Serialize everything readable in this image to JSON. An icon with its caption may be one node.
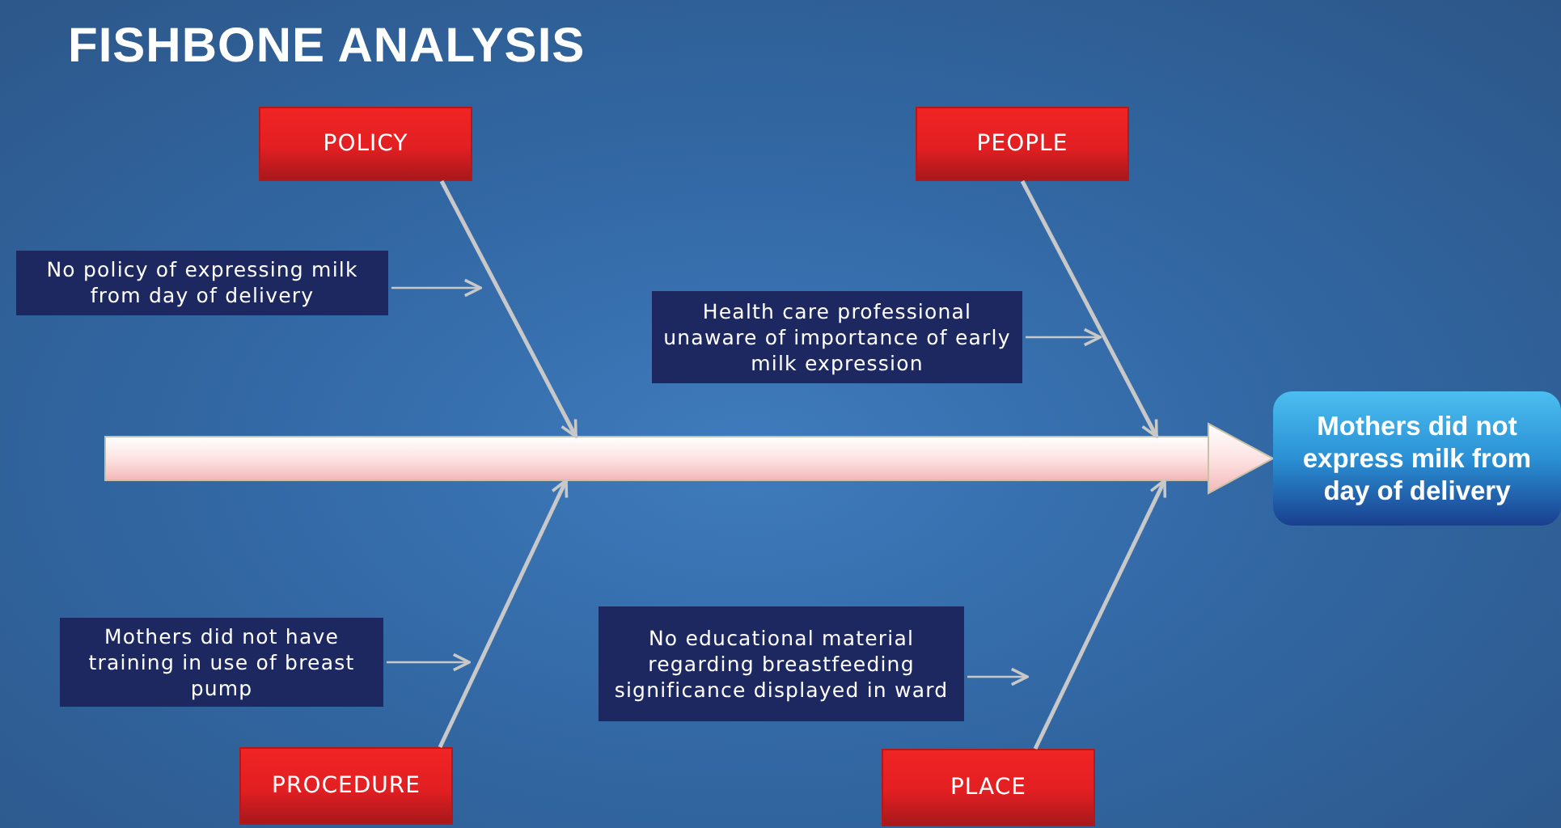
{
  "diagram": {
    "title": "FISHBONE ANALYSIS",
    "nodes": [
      {
        "text": [
          "POLICY"
        ]
      },
      {
        "text": [
          "PEOPLE"
        ]
      },
      {
        "text": [
          "PROCEDURE"
        ]
      },
      {
        "text": [
          "PLACE"
        ]
      },
      {
        "text": [
          "No policy of expressing milk from day of delivery"
        ]
      },
      {
        "text": [
          "Health care professional unaware of importance of early milk expression"
        ]
      },
      {
        "text": [
          "Mothers did not have training in use of breast pump"
        ]
      },
      {
        "text": [
          "No educational material regarding breastfeeding significance displayed in ward"
        ]
      },
      {
        "text": [
          "Mothers did not express milk from day of delivery"
        ]
      },
      {
        "text": [],
        "shape": "bar"
      }
    ],
    "edges": [
      {
        "from": 0,
        "to": 9,
        "arrow": "to"
      },
      {
        "from": 1,
        "to": 9,
        "arrow": "to"
      },
      {
        "from": 2,
        "to": 9,
        "arrow": "to"
      },
      {
        "from": 3,
        "to": 9,
        "arrow": "to"
      },
      {
        "from": 4,
        "to": null,
        "arrow": "to"
      },
      {
        "from": 5,
        "to": null,
        "arrow": "to"
      },
      {
        "from": 6,
        "to": null,
        "arrow": "to"
      },
      {
        "from": 7,
        "to": null,
        "arrow": "to"
      },
      {
        "from": 9,
        "to": 8,
        "arrow": "to",
        "style": "thick"
      }
    ]
  }
}
